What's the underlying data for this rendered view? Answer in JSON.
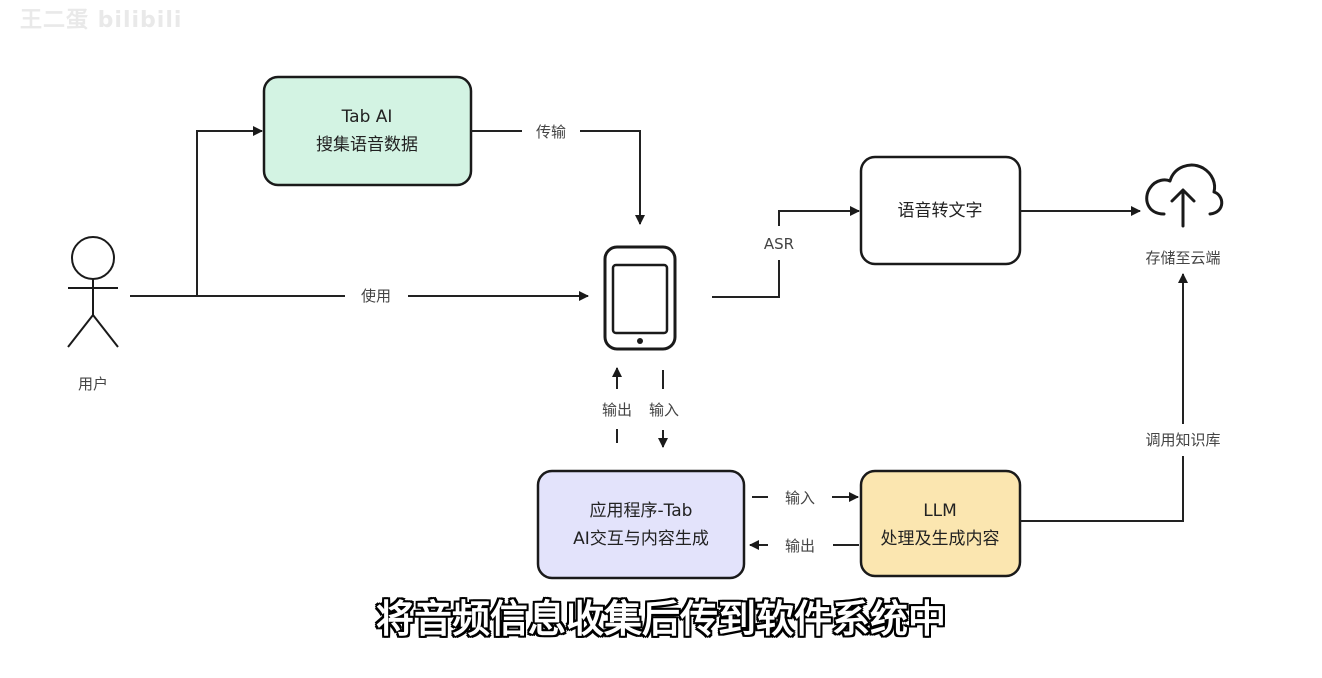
{
  "watermark": "王二蛋 bilibili",
  "nodes": {
    "user": {
      "label": "用户"
    },
    "tab_ai": {
      "line1": "Tab AI",
      "line2": "搜集语音数据",
      "fill": "#d3f3e3"
    },
    "speech_to_text": {
      "label": "语音转文字",
      "fill": "#ffffff"
    },
    "cloud": {
      "label": "存储至云端"
    },
    "app": {
      "line1": "应用程序-Tab",
      "line2": "AI交互与内容生成",
      "fill": "#e3e3fb"
    },
    "llm": {
      "line1": "LLM",
      "line2": "处理及生成内容",
      "fill": "#fbe6b0"
    }
  },
  "edges": {
    "transfer": "传输",
    "use": "使用",
    "asr": "ASR",
    "output_up": "输出",
    "input_down": "输入",
    "app_to_llm": "输入",
    "llm_to_app": "输出",
    "call_kb": "调用知识库"
  },
  "subtitle": "将音频信息收集后传到软件系统中",
  "colors": {
    "stroke": "#1a1a1a",
    "line": "#222222"
  }
}
